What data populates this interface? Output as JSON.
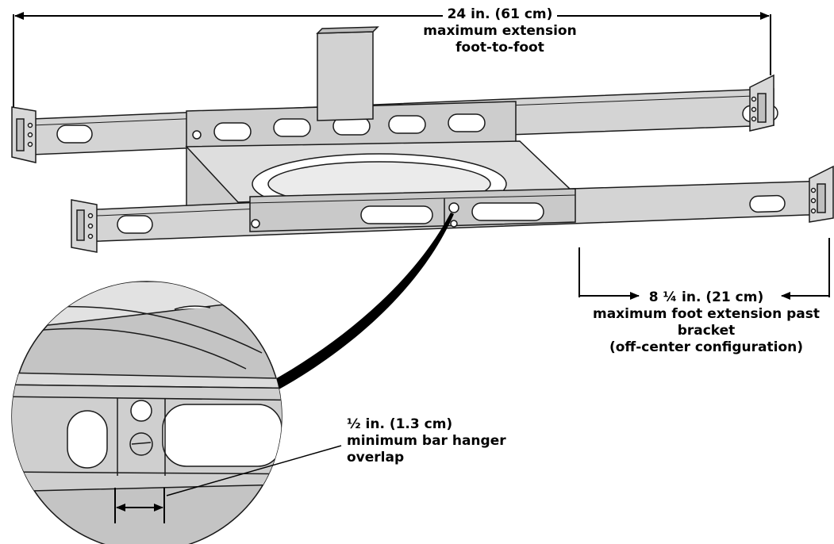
{
  "top_dimension": {
    "value": "24 in. (61 cm)",
    "line1": "maximum extension",
    "line2": "foot-to-foot"
  },
  "right_dimension": {
    "value": "8 ¼ in. (21 cm)",
    "line1": "maximum foot extension past",
    "line2": "bracket",
    "line3": "(off-center configuration)"
  },
  "overlap_dimension": {
    "value": "½ in. (1.3 cm)",
    "line1": "minimum bar hanger",
    "line2": "overlap"
  },
  "colors": {
    "metal": "#cfcfcf",
    "metal_light": "#e2e2e2",
    "metal_dark": "#a9a9a9",
    "outline": "#1a1a1a",
    "zoom_fill": "#c4c4c4"
  }
}
